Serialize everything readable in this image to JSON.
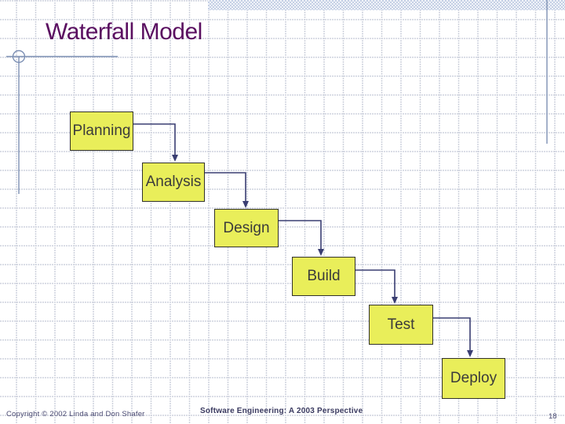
{
  "slide": {
    "title": "Waterfall Model"
  },
  "diagram": {
    "type": "flow",
    "stages": [
      "Planning",
      "Analysis",
      "Design",
      "Build",
      "Test",
      "Deploy"
    ],
    "connections": [
      {
        "from": "Planning",
        "to": "Analysis"
      },
      {
        "from": "Analysis",
        "to": "Design"
      },
      {
        "from": "Design",
        "to": "Build"
      },
      {
        "from": "Build",
        "to": "Test"
      },
      {
        "from": "Test",
        "to": "Deploy"
      }
    ]
  },
  "footer": {
    "copyright": "Copyright © 2002 Linda and Don Shafer",
    "center_title": "Software Engineering: A 2003 Perspective",
    "page_number": "18"
  },
  "colors": {
    "title_text": "#5a0f60",
    "stage_fill": "#e9ee5a",
    "stage_border": "#32322a",
    "stage_text": "#3b3b3b",
    "connector": "#3a3e72",
    "template_accent": "#7d90b4",
    "band_fill": "#c5d0e5",
    "footer_text": "#45456e"
  }
}
